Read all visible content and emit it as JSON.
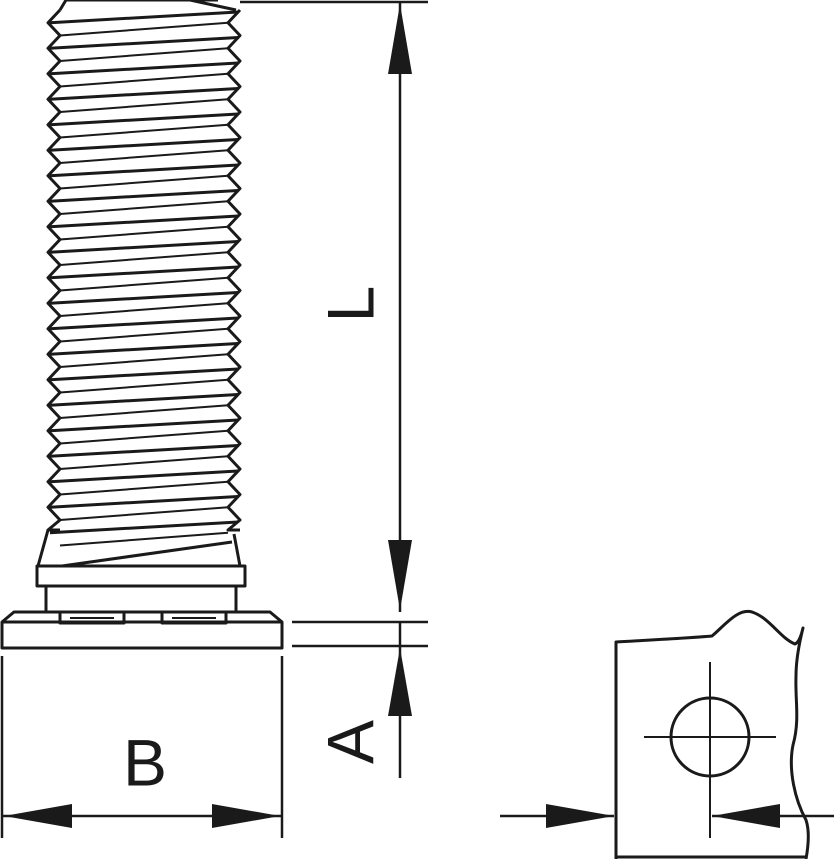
{
  "dimensions": {
    "length_label": "L",
    "width_label": "B",
    "thickness_label": "A"
  },
  "colors": {
    "stroke": "#1a1a1a",
    "background": "#ffffff"
  }
}
